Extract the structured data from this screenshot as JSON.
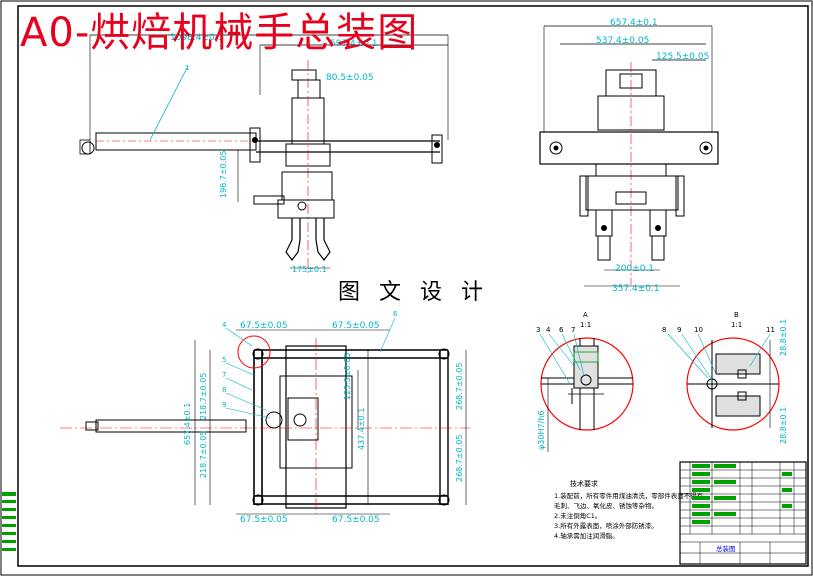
{
  "title": "A0-烘焙机械手总装图",
  "caption": "图 文 设 计",
  "colors": {
    "frame": "#000000",
    "title_red": "#e8001c",
    "dim_cyan": "#00b7c7",
    "center_red": "#ff0000",
    "green": "#00a000",
    "magenta": "#c000c0",
    "blue": "#0000ff"
  },
  "front_view": {
    "dims": {
      "overall": "1098.4±0.1",
      "right_span": "597.4±0.1",
      "top_block": "80.5±0.05",
      "height": "196.7±0.05",
      "jaw": "175±0.1"
    },
    "balloons": [
      "1"
    ]
  },
  "side_view": {
    "dims": {
      "top_total": "657.4±0.1",
      "top_mid": "537.4±0.05",
      "top_small": "125.5±0.05",
      "finger_gap": "200±0.1",
      "bottom": "357.4±0.1"
    }
  },
  "plan_view": {
    "dims": {
      "top_left": "67.5±0.05",
      "top_right": "67.5±0.05",
      "bot_left": "67.5±0.05",
      "bot_right": "67.5±0.05",
      "left_a": "218.7±0.05",
      "left_b": "218.7±0.05",
      "left_total": "657.4±0.1",
      "mid_a": "125.5±0.05",
      "mid_b": "437.4±0.1",
      "right_a": "268.7±0.05",
      "right_b": "268.7±0.05"
    },
    "balloons": [
      "4",
      "5",
      "6",
      "7",
      "8",
      "9"
    ]
  },
  "detail_a": {
    "label": "A",
    "scale": "1:1",
    "fit": "φ30H7/h6",
    "balloons": [
      "3",
      "4",
      "6",
      "7"
    ]
  },
  "detail_b": {
    "label": "B",
    "scale": "1:1",
    "dim_a": "28.8±0.1",
    "dim_b": "28.8±0.1",
    "balloons": [
      "8",
      "9",
      "10",
      "11"
    ]
  },
  "tech_notes": {
    "heading": "技术要求",
    "lines": [
      "1.装配前，所有零件用煤油清洗，零部件表面不得有",
      "  毛刺、飞边、氧化皮、锈蚀等杂物。",
      "2.未注倒角C1。",
      "3.所有外露表面，喷涂外部防锈漆。",
      "4.轴承需加注润滑脂。"
    ]
  },
  "title_block": {
    "drawing_name": "总装图"
  }
}
